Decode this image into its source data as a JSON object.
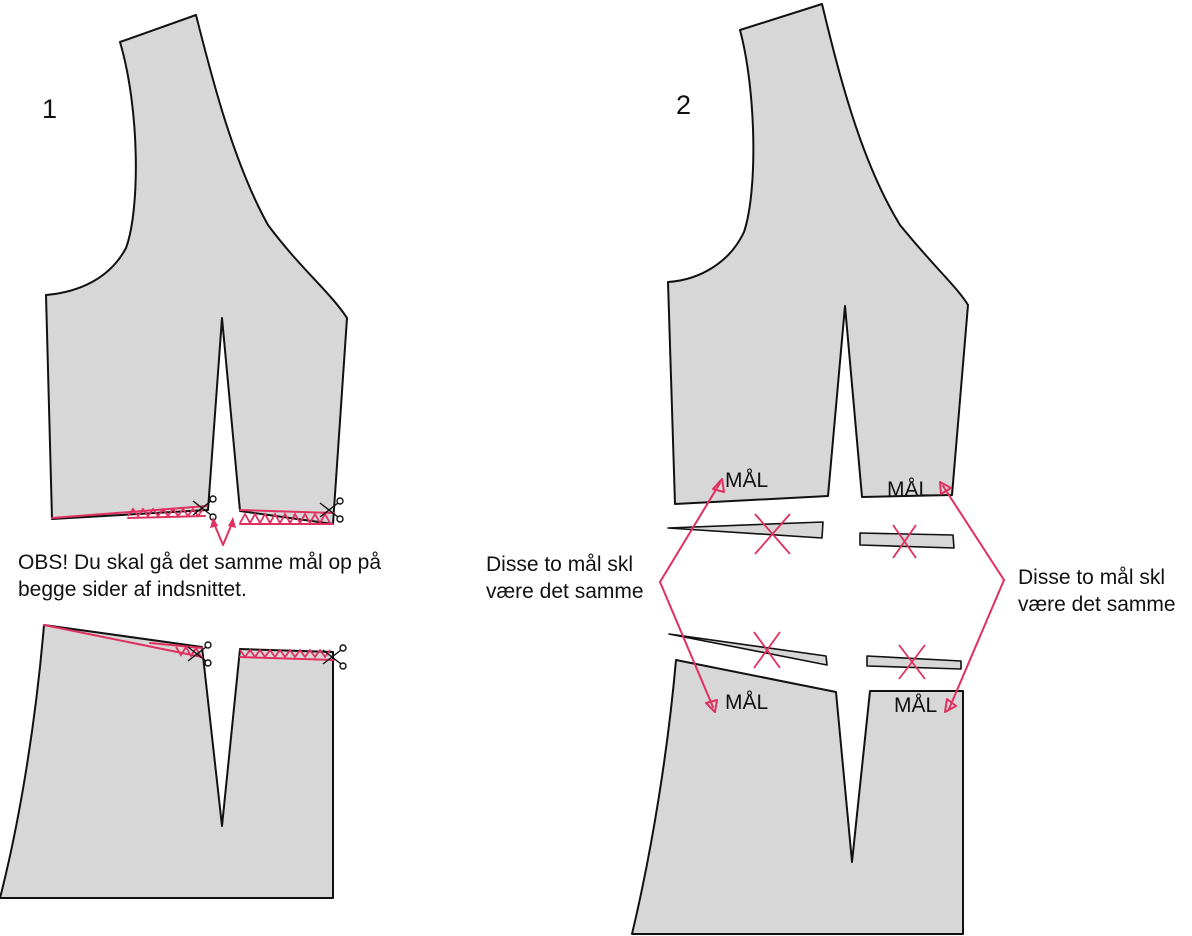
{
  "step1": {
    "number": "1"
  },
  "step2": {
    "number": "2"
  },
  "obs_note": {
    "line1": "OBS! Du skal gå det samme mål op på",
    "line2": "begge sider af indsnittet."
  },
  "measure_label": "MÅL",
  "same_measure_note": {
    "line1": "Disse to mål skl",
    "line2": "være det samme"
  },
  "colors": {
    "piece_fill": "#d7d7d7",
    "outline": "#111111",
    "accent": "#e0305f"
  }
}
